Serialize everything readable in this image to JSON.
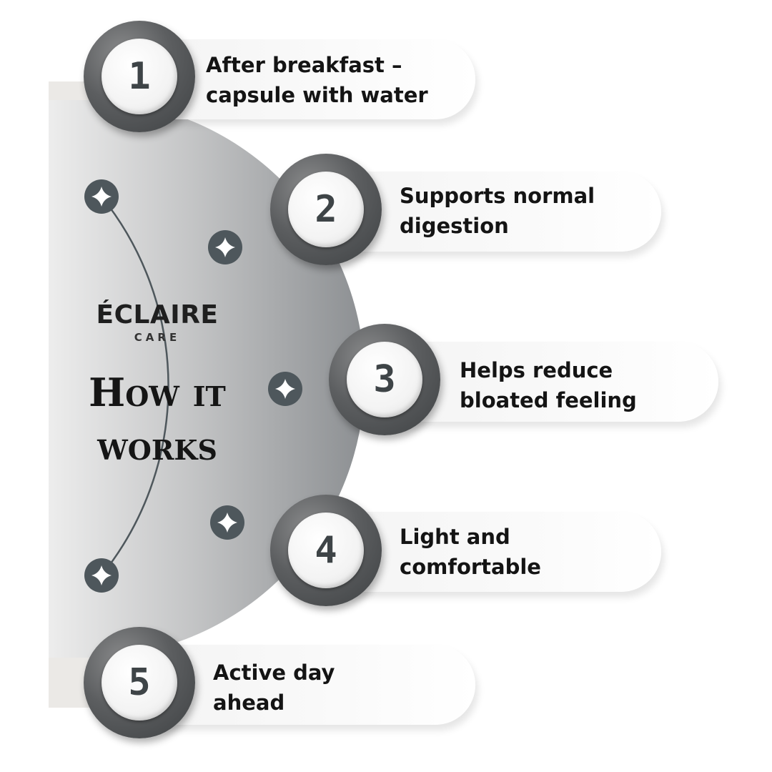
{
  "brand": {
    "name": "ÉCLAIRE",
    "tagline": "CARE"
  },
  "title": {
    "line1": "How it",
    "line2": "works"
  },
  "colors": {
    "badge_dark": "#4a4d50",
    "badge_light": "#f5f5f5",
    "star_node": "#4e575c",
    "arc_line": "#4e575c",
    "half_disc_light": "#e6e6e6",
    "half_disc_dark": "#8e9194",
    "text": "#141414"
  },
  "icons": {
    "node": "sparkle-star-icon"
  },
  "steps": [
    {
      "number": "1",
      "line1": "After breakfast –",
      "line2": "capsule with water"
    },
    {
      "number": "2",
      "line1": "Supports normal",
      "line2": "digestion"
    },
    {
      "number": "3",
      "line1": "Helps reduce",
      "line2": "bloated feeling"
    },
    {
      "number": "4",
      "line1": "Light and",
      "line2": "comfortable"
    },
    {
      "number": "5",
      "line1": "Active day",
      "line2": "ahead"
    }
  ]
}
